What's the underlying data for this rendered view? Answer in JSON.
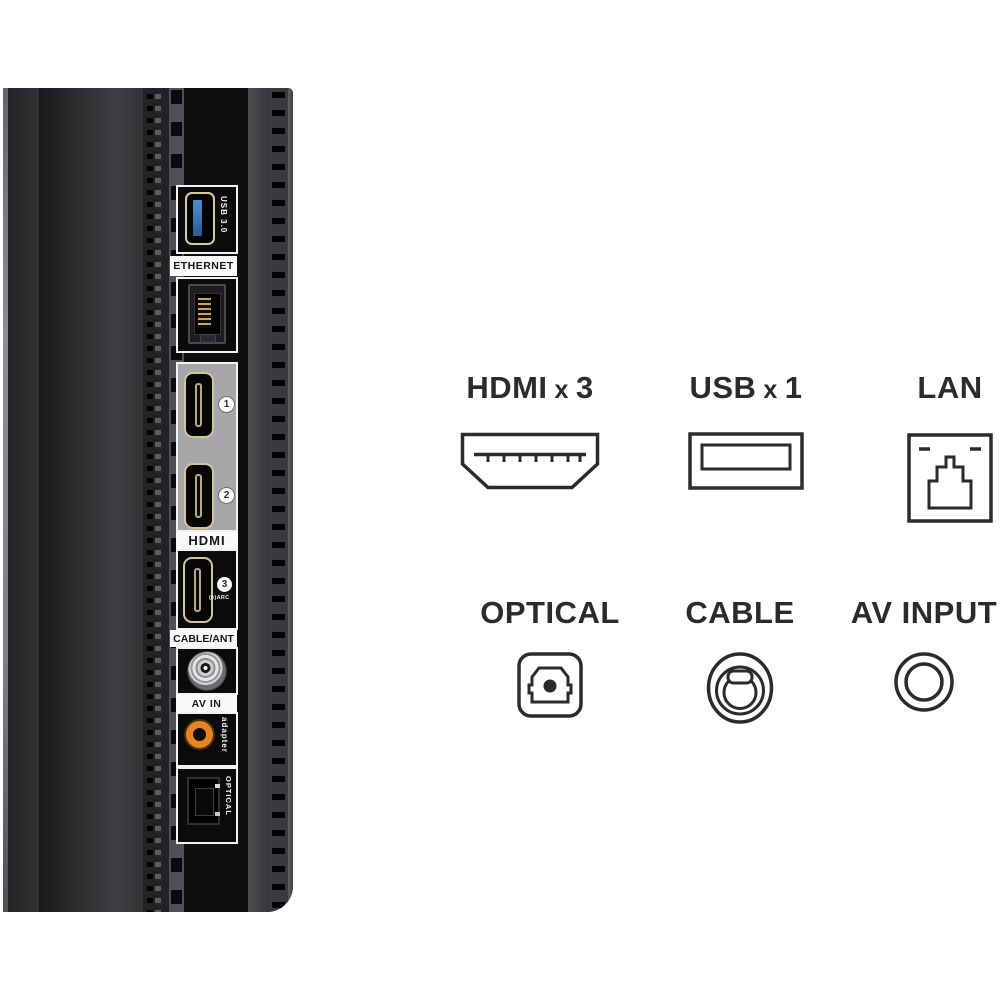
{
  "product_panel": {
    "usb_label": "USB 3.0",
    "ethernet_label": "ETHERNET",
    "hdmi1_number": "1",
    "hdmi2_number": "2",
    "hdmi_logo_label": "HDMI",
    "hdmi3_number": "3",
    "hdmi3_sublabel": "(e)ARC",
    "cable_ant_label": "CABLE/ANT",
    "av_in_label": "AV IN",
    "av_adapter_label": "adapter",
    "optical_label": "OPTICAL"
  },
  "legend": {
    "hdmi": {
      "name": "HDMI",
      "times": "x",
      "count": "3"
    },
    "usb": {
      "name": "USB",
      "times": "x",
      "count": "1"
    },
    "lan": {
      "name": "LAN"
    },
    "optical": {
      "name": "OPTICAL"
    },
    "cable": {
      "name": "CABLE"
    },
    "av_input": {
      "name": "AV INPUT"
    }
  },
  "colors": {
    "background": "#ffffff",
    "icon_stroke": "#2b2b2b",
    "label_text": "#2b2b2b",
    "usb_port_blue": "#2e7bc4",
    "av_jack_orange": "#e8831f",
    "hdmi_section_gray": "#a7a7a9",
    "port_outline_tan": "#d6c9a0",
    "tv_body_dark": "#1c1c1e"
  }
}
